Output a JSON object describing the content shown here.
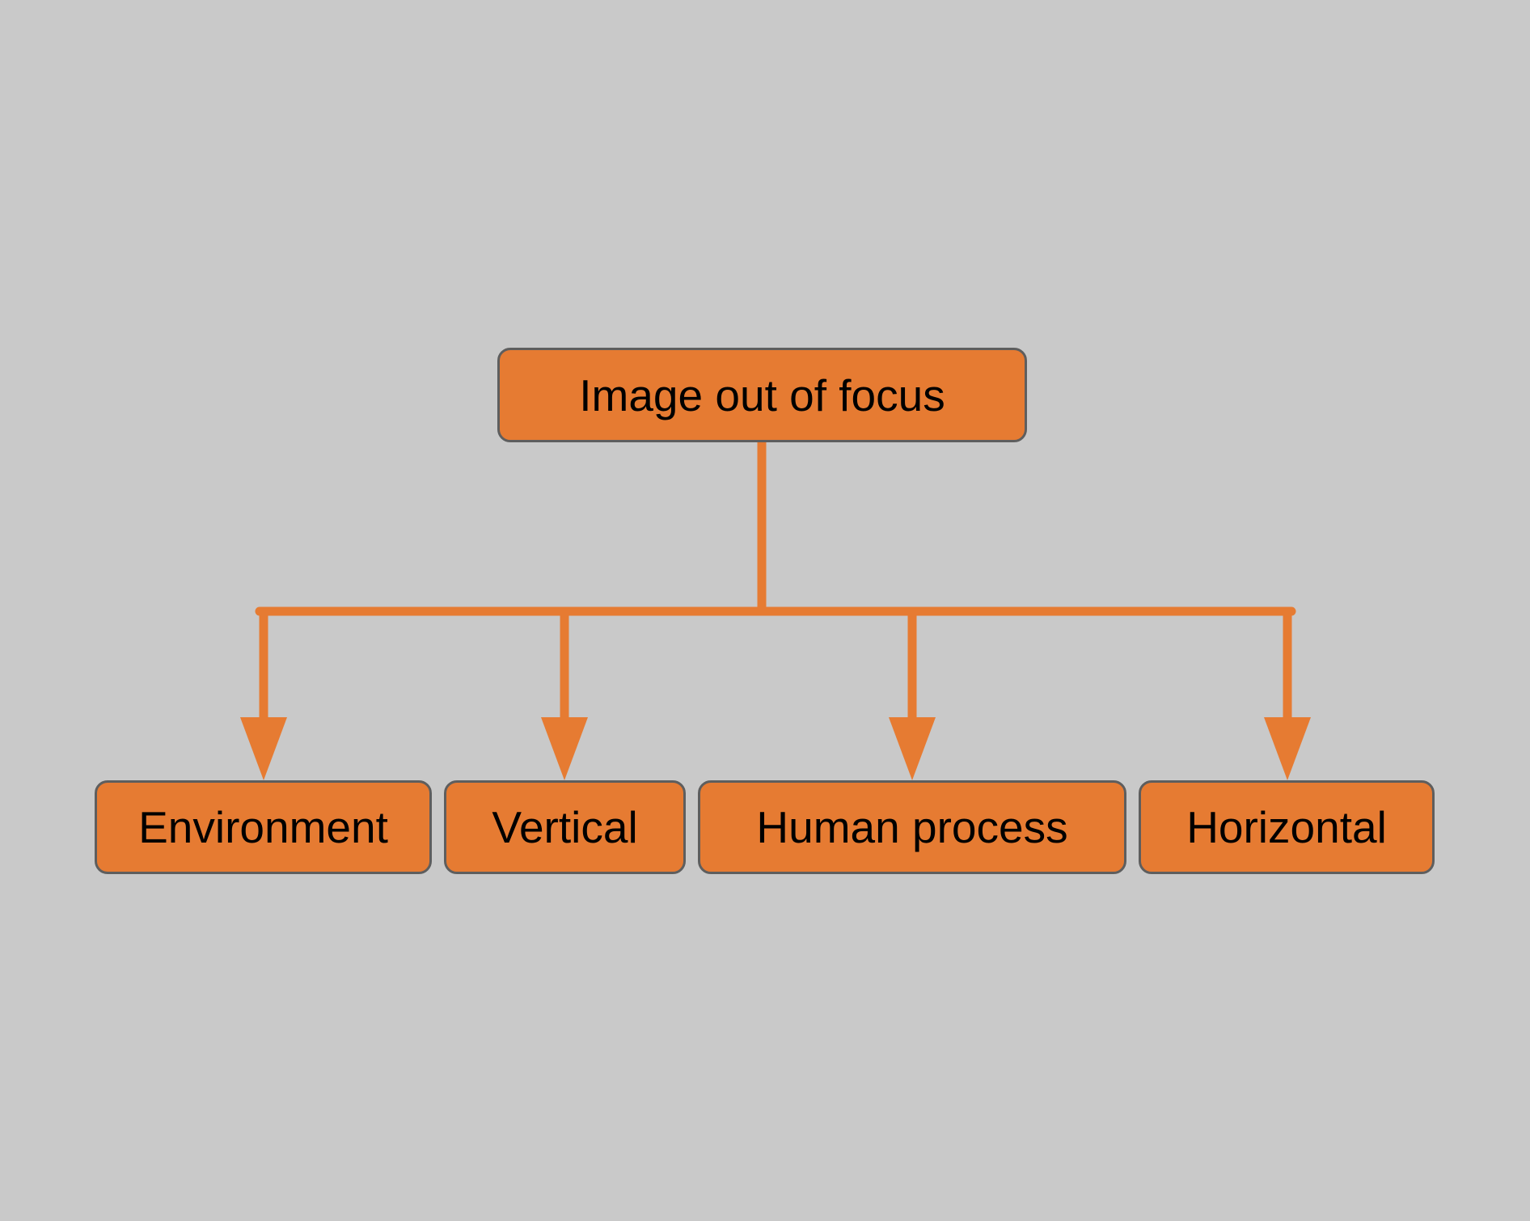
{
  "colors": {
    "background": "#c9c9c9",
    "node_fill": "#e67b32",
    "node_border": "#5e5e5e",
    "connector": "#e67b32",
    "text": "#000000"
  },
  "root": {
    "label": "Image out of focus"
  },
  "children": [
    {
      "label": "Environment"
    },
    {
      "label": "Vertical"
    },
    {
      "label": "Human process"
    },
    {
      "label": "Horizontal"
    }
  ]
}
